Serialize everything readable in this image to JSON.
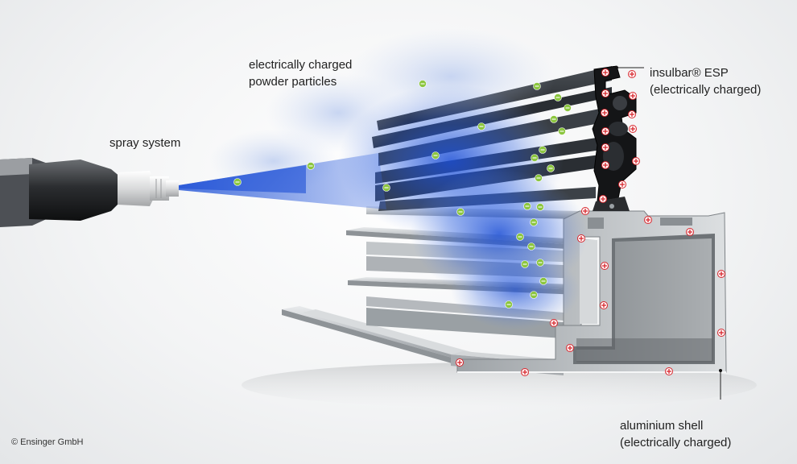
{
  "labels": {
    "spray_system": "spray system",
    "powder_line1": "electrically charged",
    "powder_line2": "powder particles",
    "insulbar_line1": "insulbar® ESP",
    "insulbar_line2": "(electrically charged)",
    "shell_line1": "aluminium shell",
    "shell_line2": "(electrically charged)"
  },
  "copyright": "© Ensinger GmbH",
  "charges": {
    "particle_symbol": "−",
    "surface_symbol": "+"
  },
  "colors": {
    "particle_green": "#8cc63f",
    "charge_red": "#d8232a",
    "spray_blue": "#1c4fd6",
    "insulbar_black": "#1a1a1a",
    "aluminium": "#c9cccf"
  },
  "icons": [
    "spray-gun-icon",
    "negative-particle-icon",
    "positive-charge-icon"
  ]
}
